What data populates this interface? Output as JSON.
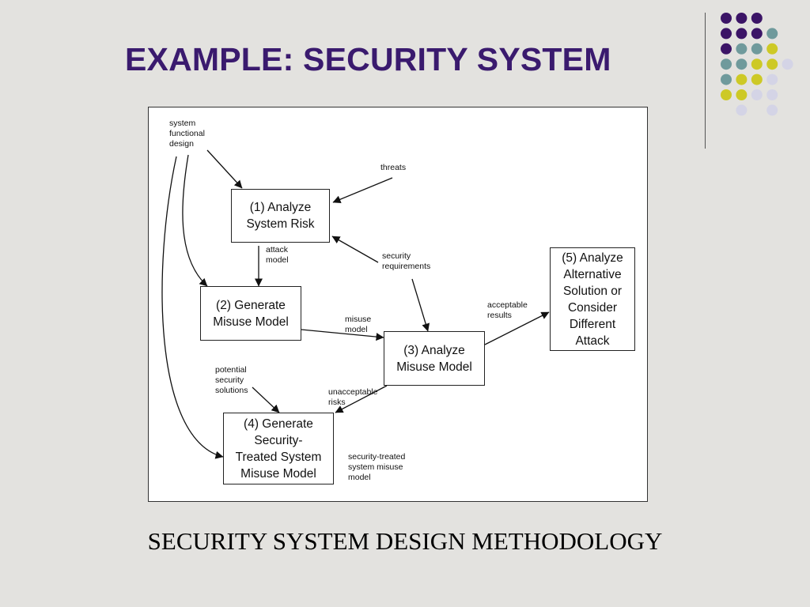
{
  "slide": {
    "title": "EXAMPLE: SECURITY SYSTEM",
    "caption": "SECURITY SYSTEM DESIGN METHODOLOGY"
  },
  "diagram": {
    "boxes": {
      "analyze_risk": "(1) Analyze\nSystem Risk",
      "generate_misuse": "(2) Generate\nMisuse Model",
      "analyze_misuse": "(3) Analyze\nMisuse Model",
      "generate_treated": "(4) Generate\nSecurity-\nTreated System\nMisuse Model",
      "analyze_alternative": "(5) Analyze\nAlternative\nSolution or\nConsider\nDifferent\nAttack"
    },
    "labels": {
      "system_functional_design": "system\nfunctional\ndesign",
      "threats": "threats",
      "attack_model": "attack\nmodel",
      "security_requirements": "security\nrequirements",
      "misuse_model": "misuse\nmodel",
      "acceptable_results": "acceptable\nresults",
      "potential_security_solutions": "potential\nsecurity\nsolutions",
      "unacceptable_risks": "unacceptable\nrisks",
      "security_treated_system_misuse_model": "security-treated\nsystem misuse\nmodel"
    }
  },
  "colors": {
    "title": "#3a1a6e",
    "background": "#e3e2df",
    "dot_purple": "#3b1466",
    "dot_teal": "#6f9a9c",
    "dot_yellow": "#cdc926",
    "dot_lavender": "#d4d4e6"
  }
}
